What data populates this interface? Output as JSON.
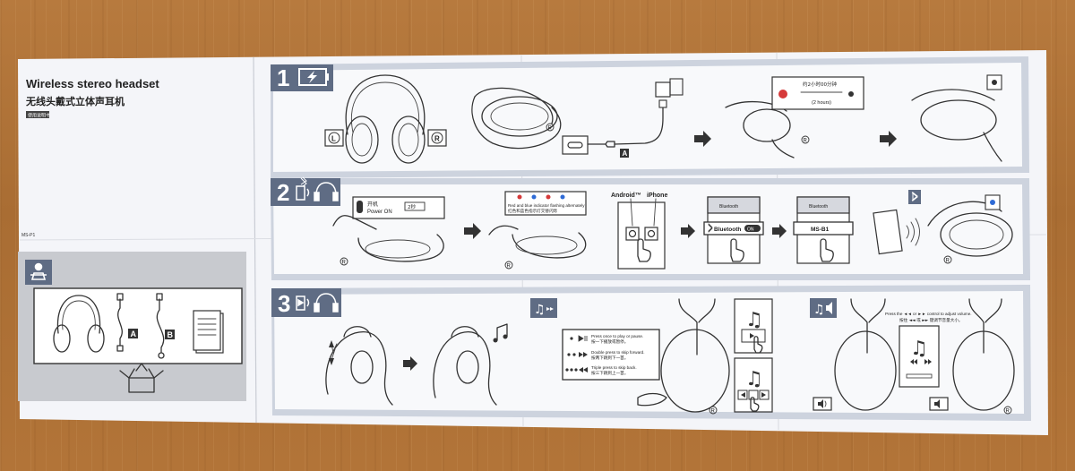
{
  "cover": {
    "title_en": "Wireless stereo headset",
    "title_cn": "无线头戴式立体声耳机",
    "badge": "使用说明书",
    "model": "MS-P1"
  },
  "steps": [
    {
      "number": "1",
      "icon": "battery-charging-icon"
    },
    {
      "number": "2",
      "icon": "bluetooth-headphones-icon"
    },
    {
      "number": "3",
      "icon": "playback-headphones-icon"
    }
  ],
  "box_contents": {
    "cable_a": "A",
    "cable_b": "B"
  },
  "charging": {
    "left": "L",
    "right": "R",
    "cable_label": "A",
    "timer_text": "约2小时00分钟",
    "timer_sub": "(2 hours)"
  },
  "pairing": {
    "power_cn": "开机",
    "power_en": "Power ON",
    "power_time": "2秒",
    "indicator_en": "Red and blue indicator flashing alternately",
    "indicator_cn": "红色和蓝色指示灯交替闪烁",
    "android": "Android™",
    "iphone": "iPhone",
    "bluetooth_header": "Bluetooth",
    "bluetooth_label": "Bluetooth",
    "toggle": "ON",
    "device_header": "Bluetooth",
    "device_name": "MS-B1",
    "right_mark": "R"
  },
  "playback": {
    "play_en": "Press once to play or pause.",
    "play_cn": "按一下播放或暂停。",
    "next_en": "Double press to skip forward.",
    "next_cn": "按两下跳到下一首。",
    "prev_en": "Triple press to skip back.",
    "prev_cn": "按三下跳到上一首。",
    "volume_en": "Press the ◄◄ or ►► control to adjust volume.",
    "volume_cn": "按住 ◄◄ 或 ►► 键调节音量大小。",
    "right_mark": "R"
  },
  "colors": {
    "table_wood": "#b0733a",
    "paper": "#f5f6fa",
    "panel_blue": "#cdd3de",
    "step_badge": "#5f6c84",
    "box_panel": "#c9cbd0"
  }
}
